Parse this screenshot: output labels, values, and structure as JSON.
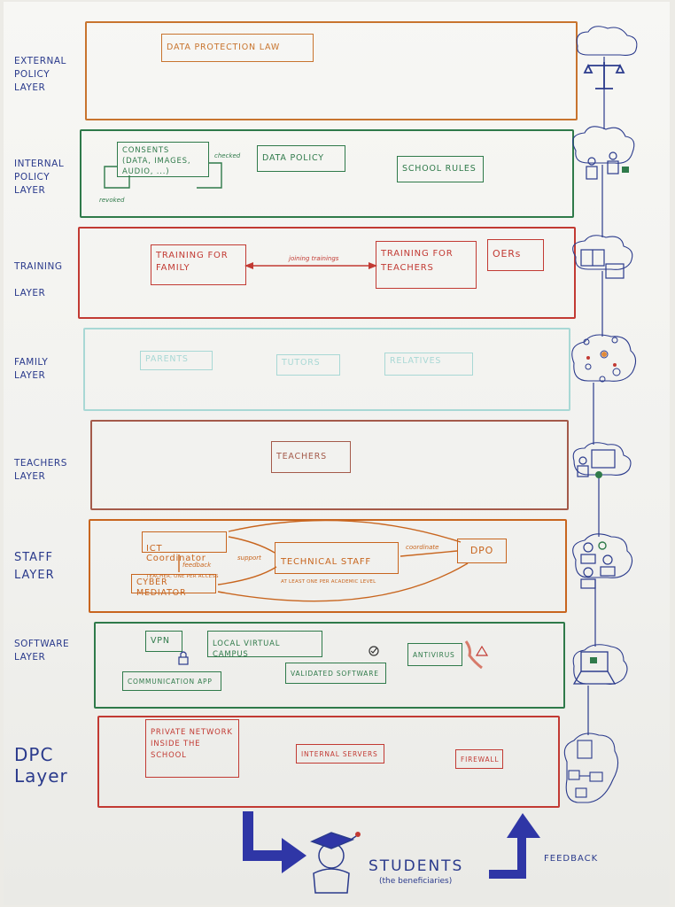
{
  "layers": [
    {
      "label": "EXTERNAL\nPOLICY\nLAYER",
      "color": "#c8742e"
    },
    {
      "label": "INTERNAL\nPOLICY\nLAYER",
      "color": "#2f7a4a"
    },
    {
      "label": "TRAINING\n\nLAYER",
      "color": "#c23a33"
    },
    {
      "label": "FAMILY\nLAYER",
      "color": "#a8d8d5"
    },
    {
      "label": "TEACHERS\nLAYER",
      "color": "#a45a4a"
    },
    {
      "label": "STAFF\nLAYER",
      "color": "#c8651e"
    },
    {
      "label": "SOFTWARE\nLAYER",
      "color": "#2f7a4a"
    },
    {
      "label": "DPC\nLayer",
      "color": "#c23a33"
    }
  ],
  "external_policy": {
    "data_protection_law": "DATA PROTECTION LAW"
  },
  "internal_policy": {
    "consents": "CONSENTS\n(data, images, audio, ...)",
    "checked": "checked",
    "revoked": "revoked",
    "data_policy": "DATA POLICY",
    "school_rules": "SCHOOL RULES"
  },
  "training": {
    "family": "TRAINING FOR\nFAMILY",
    "joining": "joining trainings",
    "teachers": "TRAINING FOR\nTEACHERS",
    "oers": "OERs"
  },
  "family": {
    "parents": "PARENTS",
    "tutors": "TUTORS",
    "relatives": "RELATIVES"
  },
  "teachers": {
    "teachers": "TEACHERS"
  },
  "staff": {
    "ict": "ICT Coordinator",
    "ict_sub": "TEACHER, ONE PER ACCESS",
    "feedback": "feedback",
    "cyber": "CYBER MEDIATOR",
    "technical": "TECHNICAL STAFF",
    "technical_sub": "AT LEAST ONE PER ACADEMIC LEVEL",
    "support": "support",
    "coordinate": "coordinate",
    "dpo": "DPO"
  },
  "software": {
    "vpn": "VPN",
    "local_virtual_campus": "LOCAL VIRTUAL CAMPUS",
    "communication_app": "COMMUNICATION APP",
    "validated_software": "VALIDATED SOFTWARE",
    "antivirus": "ANTIVIRUS"
  },
  "dpc": {
    "private_network": "PRIVATE NETWORK\nINSIDE THE\nSCHOOL",
    "internal_servers": "INTERNAL SERVERS",
    "firewall": "FIREWALL"
  },
  "bottom": {
    "students": "STUDENTS",
    "beneficiaries": "(the beneficiaries)",
    "feedback": "FEEDBACK"
  },
  "icons": [
    "scales-icon",
    "people-lock-icon",
    "books-icon",
    "family-group-icon",
    "teacher-board-icon",
    "staff-group-icon",
    "laptop-lock-icon",
    "network-document-icon",
    "student-graduate-icon"
  ]
}
